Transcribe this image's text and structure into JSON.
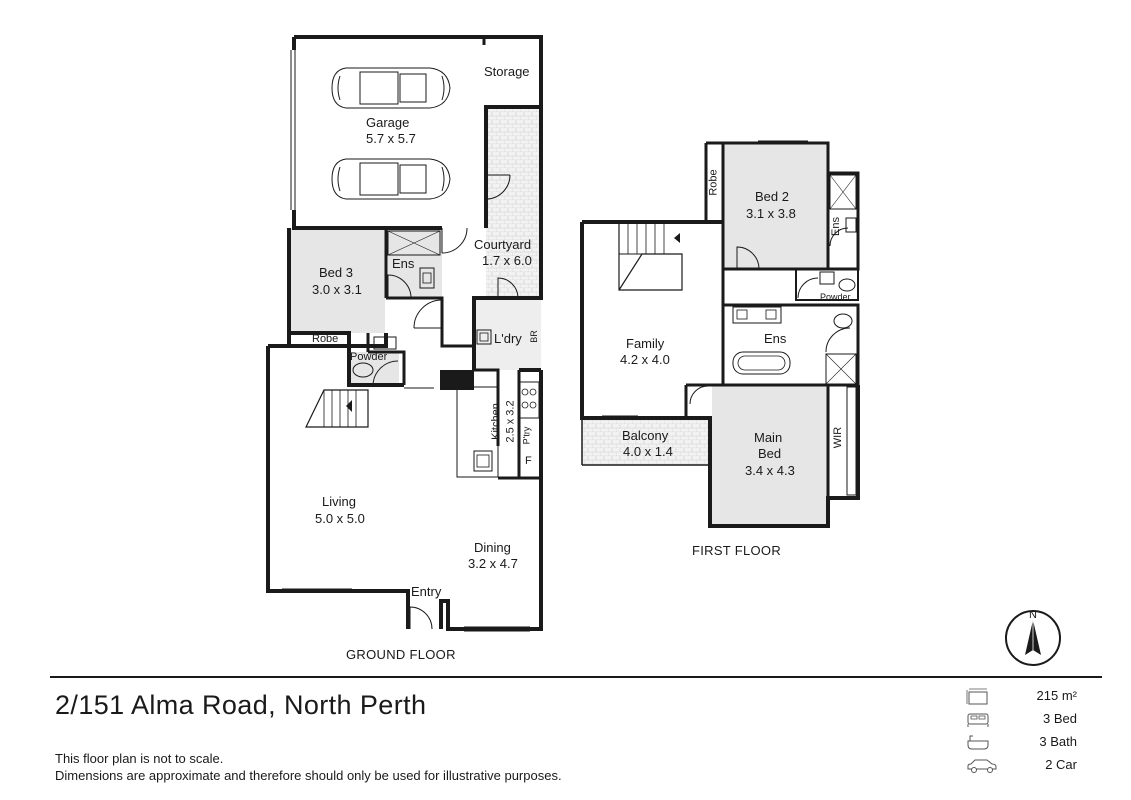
{
  "ground_floor": {
    "title": "GROUND FLOOR",
    "rooms": {
      "garage": {
        "name": "Garage",
        "dims": "5.7 x 5.7"
      },
      "storage": {
        "name": "Storage"
      },
      "courtyard": {
        "name": "Courtyard",
        "dims": "1.7 x 6.0"
      },
      "bed3": {
        "name": "Bed 3",
        "dims": "3.0 x 3.1"
      },
      "ens": {
        "name": "Ens"
      },
      "robe": {
        "name": "Robe"
      },
      "powder": {
        "name": "Powder"
      },
      "laundry": {
        "name": "L'dry"
      },
      "lin": {
        "name": "BR"
      },
      "kitchen": {
        "name": "Kitchen",
        "dims": "2.5 x 3.2"
      },
      "pantry": {
        "name": "P'try"
      },
      "fridge": {
        "name": "F"
      },
      "living": {
        "name": "Living",
        "dims": "5.0 x 5.0"
      },
      "dining": {
        "name": "Dining",
        "dims": "3.2 x 4.7"
      },
      "entry": {
        "name": "Entry"
      }
    }
  },
  "first_floor": {
    "title": "FIRST FLOOR",
    "rooms": {
      "robe": {
        "name": "Robe"
      },
      "bed2": {
        "name": "Bed 2",
        "dims": "3.1 x 3.8"
      },
      "ens2": {
        "name": "Ens"
      },
      "powder": {
        "name": "Powder"
      },
      "family": {
        "name": "Family",
        "dims": "4.2 x 4.0"
      },
      "ens_main": {
        "name": "Ens"
      },
      "balcony": {
        "name": "Balcony",
        "dims": "4.0 x 1.4"
      },
      "main_bed": {
        "name": "Main",
        "name2": "Bed",
        "dims": "3.4 x 4.3"
      },
      "wir": {
        "name": "WIR"
      }
    }
  },
  "compass": {
    "north": "N",
    "icon": "compass-north-arrow-icon"
  },
  "address": "2/151 Alma Road, North Perth",
  "disclaimer": {
    "line1": "This floor plan is not to scale.",
    "line2": "Dimensions are approximate and therefore should only be used for illustrative purposes."
  },
  "stats": [
    {
      "icon": "floor-area-icon",
      "value": "215 m²"
    },
    {
      "icon": "bed-icon",
      "value": "3 Bed"
    },
    {
      "icon": "bath-icon",
      "value": "3 Bath"
    },
    {
      "icon": "car-icon",
      "value": "2 Car"
    }
  ],
  "colors": {
    "wall": "#1a1a1a",
    "wet_area": "#dcdcdc",
    "ink": "#1a1a1a"
  }
}
